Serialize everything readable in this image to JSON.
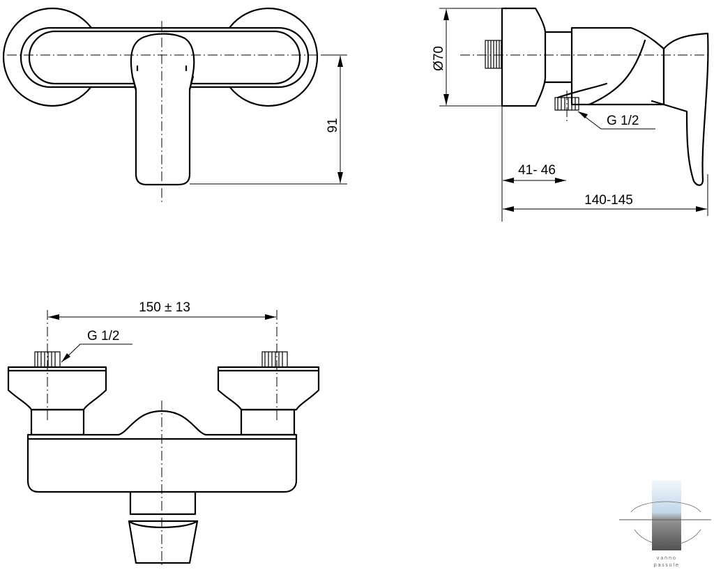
{
  "drawing": {
    "front_view": {
      "dim_height": "91"
    },
    "side_view": {
      "dim_diameter": "Ø70",
      "thread_label": "G 1/2",
      "dim_offset": "41- 46",
      "dim_depth": "140-145"
    },
    "top_view": {
      "dim_spacing": "150 ± 13",
      "thread_label": "G 1/2"
    },
    "watermark": {
      "line1": "vanno",
      "line2": "passule"
    }
  }
}
